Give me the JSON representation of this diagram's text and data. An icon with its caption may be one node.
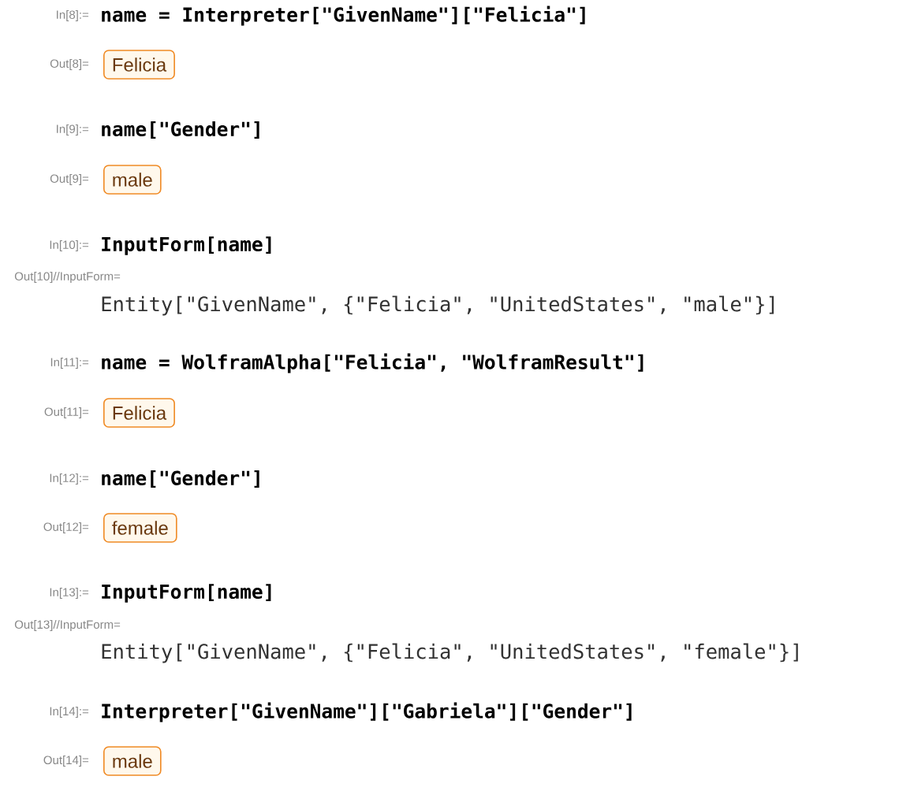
{
  "diagram": {
    "nodes": [
      {
        "text": [
          "Felicia"
        ]
      },
      {
        "text": [
          "male"
        ]
      },
      {
        "text": [
          "Felicia"
        ]
      },
      {
        "text": [
          "female"
        ]
      },
      {
        "text": [
          "male"
        ]
      }
    ],
    "labels": [
      "In[8]:=",
      "name = Interpreter[\"GivenName\"][\"Felicia\"]",
      "Out[8]=",
      "In[9]:=",
      "name[\"Gender\"]",
      "Out[9]=",
      "In[10]:=",
      "InputForm[name]",
      "Out[10]//InputForm=",
      "Entity[\"GivenName\", {\"Felicia\", \"UnitedStates\", \"male\"}]",
      "In[11]:=",
      "name = WolframAlpha[\"Felicia\", \"WolframResult\"]",
      "Out[11]=",
      "In[12]:=",
      "name[\"Gender\"]",
      "Out[12]=",
      "In[13]:=",
      "InputForm[name]",
      "Out[13]//InputForm=",
      "Entity[\"GivenName\", {\"Felicia\", \"UnitedStates\", \"female\"}]",
      "In[14]:=",
      "Interpreter[\"GivenName\"][\"Gabriela\"][\"Gender\"]",
      "Out[14]="
    ]
  }
}
